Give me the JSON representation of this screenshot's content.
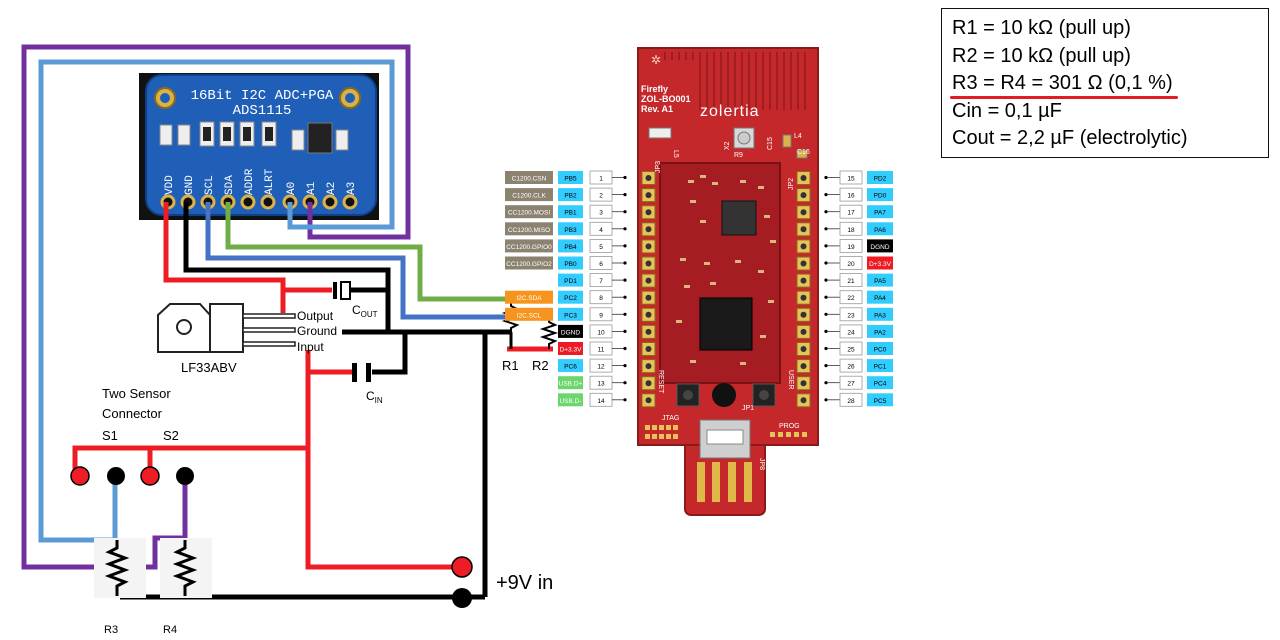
{
  "legend": {
    "lines": [
      "R1 = 10 kΩ (pull up)",
      "R2 = 10 kΩ (pull up)",
      "R3 = R4 = 301 Ω (0,1 %)",
      "Cin = 0,1 µF",
      "Cout = 2,2 µF (electrolytic)"
    ]
  },
  "adc": {
    "title_line1": "16Bit I2C ADC+PGA",
    "title_line2": "ADS1115",
    "pins": [
      "VDD",
      "GND",
      "SCL",
      "SDA",
      "ADDR",
      "ALRT",
      "A0",
      "A1",
      "A2",
      "A3"
    ]
  },
  "regulator": {
    "name": "LF33ABV",
    "pins": [
      "Output",
      "Ground",
      "Input"
    ]
  },
  "capacitors": {
    "cout": "C",
    "cout_sub": "OUT",
    "cin": "C",
    "cin_sub": "IN"
  },
  "sensor": {
    "title_line1": "Two Sensor",
    "title_line2": "Connector",
    "s1": "S1",
    "s2": "S2"
  },
  "resistors": {
    "r1": "R1",
    "r2": "R2",
    "r3": "R3",
    "r4": "R4"
  },
  "power": {
    "label": "+9V in"
  },
  "board": {
    "line1": "Firefly",
    "line2": "ZOL-BO001",
    "line3": "Rev. A1",
    "brand": "zolertia",
    "labels": [
      "JP3",
      "JP2",
      "JTAG",
      "PROG",
      "RESET",
      "USER",
      "JP8",
      "JP1",
      "L5",
      "L4",
      "R9",
      "C15",
      "C16",
      "X2"
    ]
  },
  "left_header": {
    "rows": [
      {
        "func": "C1200.CSN",
        "port": "PB5",
        "num": "1"
      },
      {
        "func": "C1200.CLK",
        "port": "PB2",
        "num": "2"
      },
      {
        "func": "CC1200.MOSI",
        "port": "PB1",
        "num": "3"
      },
      {
        "func": "CC1200.MISO",
        "port": "PB3",
        "num": "4"
      },
      {
        "func": "CC1200.GPIO0",
        "port": "PB4",
        "num": "5"
      },
      {
        "func": "CC1200.GPIO2",
        "port": "PB0",
        "num": "6"
      },
      {
        "func": "",
        "port": "PD1",
        "num": "7"
      },
      {
        "func": "I2C.SDA",
        "port": "PC2",
        "num": "8"
      },
      {
        "func": "I2C.SCL",
        "port": "PC3",
        "num": "9"
      },
      {
        "func": "",
        "port": "DGND",
        "num": "10"
      },
      {
        "func": "",
        "port": "D+3.3V",
        "num": "11"
      },
      {
        "func": "",
        "port": "PC6",
        "num": "12"
      },
      {
        "func": "",
        "port": "USB.D+",
        "num": "13"
      },
      {
        "func": "",
        "port": "USB.D-",
        "num": "14"
      }
    ]
  },
  "right_header": {
    "rows": [
      {
        "num": "15",
        "port": "PD2"
      },
      {
        "num": "16",
        "port": "PD0"
      },
      {
        "num": "17",
        "port": "PA7"
      },
      {
        "num": "18",
        "port": "PA6"
      },
      {
        "num": "19",
        "port": "DGND"
      },
      {
        "num": "20",
        "port": "D+3.3V"
      },
      {
        "num": "21",
        "port": "PA5"
      },
      {
        "num": "22",
        "port": "PA4"
      },
      {
        "num": "23",
        "port": "PA3"
      },
      {
        "num": "24",
        "port": "PA2"
      },
      {
        "num": "25",
        "port": "PC0"
      },
      {
        "num": "26",
        "port": "PC1"
      },
      {
        "num": "27",
        "port": "PC4"
      },
      {
        "num": "28",
        "port": "PC5"
      }
    ]
  },
  "colors": {
    "red": "#ee1c24",
    "black": "#000000",
    "blue": "#5b9bd5",
    "green": "#70ad47",
    "purple": "#7030a0",
    "pcb_red": "#c4282a",
    "adc_blue": "#1f5fb8",
    "cyan": "#33ccff",
    "gray_tag": "#8c8270",
    "orange": "#f7941d",
    "dgnd": "#000000",
    "v33": "#ed1c24",
    "usb_green": "#6cd66c"
  }
}
